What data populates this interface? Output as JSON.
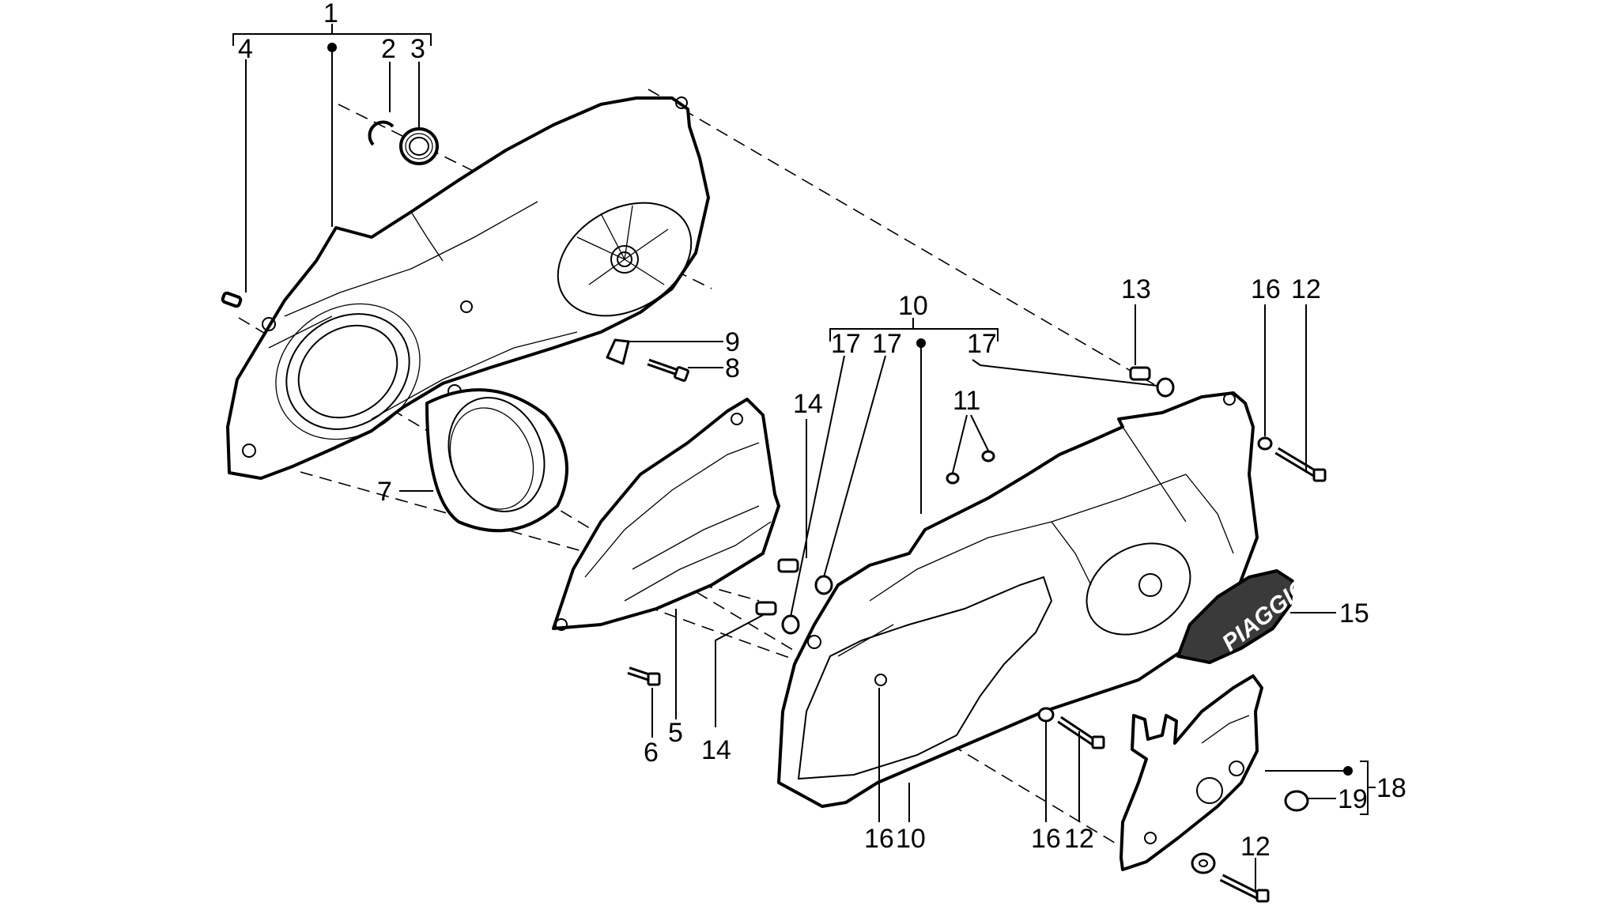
{
  "diagram": {
    "brand_logo_text": "PIAGGIO",
    "callouts": [
      {
        "id": "c1",
        "label": "1"
      },
      {
        "id": "c4",
        "label": "4"
      },
      {
        "id": "c2",
        "label": "2"
      },
      {
        "id": "c3",
        "label": "3"
      },
      {
        "id": "c9",
        "label": "9"
      },
      {
        "id": "c8",
        "label": "8"
      },
      {
        "id": "c7",
        "label": "7"
      },
      {
        "id": "c6",
        "label": "6"
      },
      {
        "id": "c5",
        "label": "5"
      },
      {
        "id": "c14a",
        "label": "14"
      },
      {
        "id": "c14b",
        "label": "14"
      },
      {
        "id": "c10a",
        "label": "10"
      },
      {
        "id": "c17a",
        "label": "17"
      },
      {
        "id": "c17b",
        "label": "17"
      },
      {
        "id": "c17c",
        "label": "17"
      },
      {
        "id": "c11",
        "label": "11"
      },
      {
        "id": "c13",
        "label": "13"
      },
      {
        "id": "c16a",
        "label": "16"
      },
      {
        "id": "c12a",
        "label": "12"
      },
      {
        "id": "c15",
        "label": "15"
      },
      {
        "id": "c16b",
        "label": "16"
      },
      {
        "id": "c10b",
        "label": "10"
      },
      {
        "id": "c16c",
        "label": "16"
      },
      {
        "id": "c12b",
        "label": "12"
      },
      {
        "id": "c18",
        "label": "18"
      },
      {
        "id": "c19",
        "label": "19"
      },
      {
        "id": "c12c",
        "label": "12"
      }
    ],
    "colors": {
      "line": "#000000",
      "background": "#ffffff",
      "logo_fill": "#3a3a3a"
    }
  }
}
